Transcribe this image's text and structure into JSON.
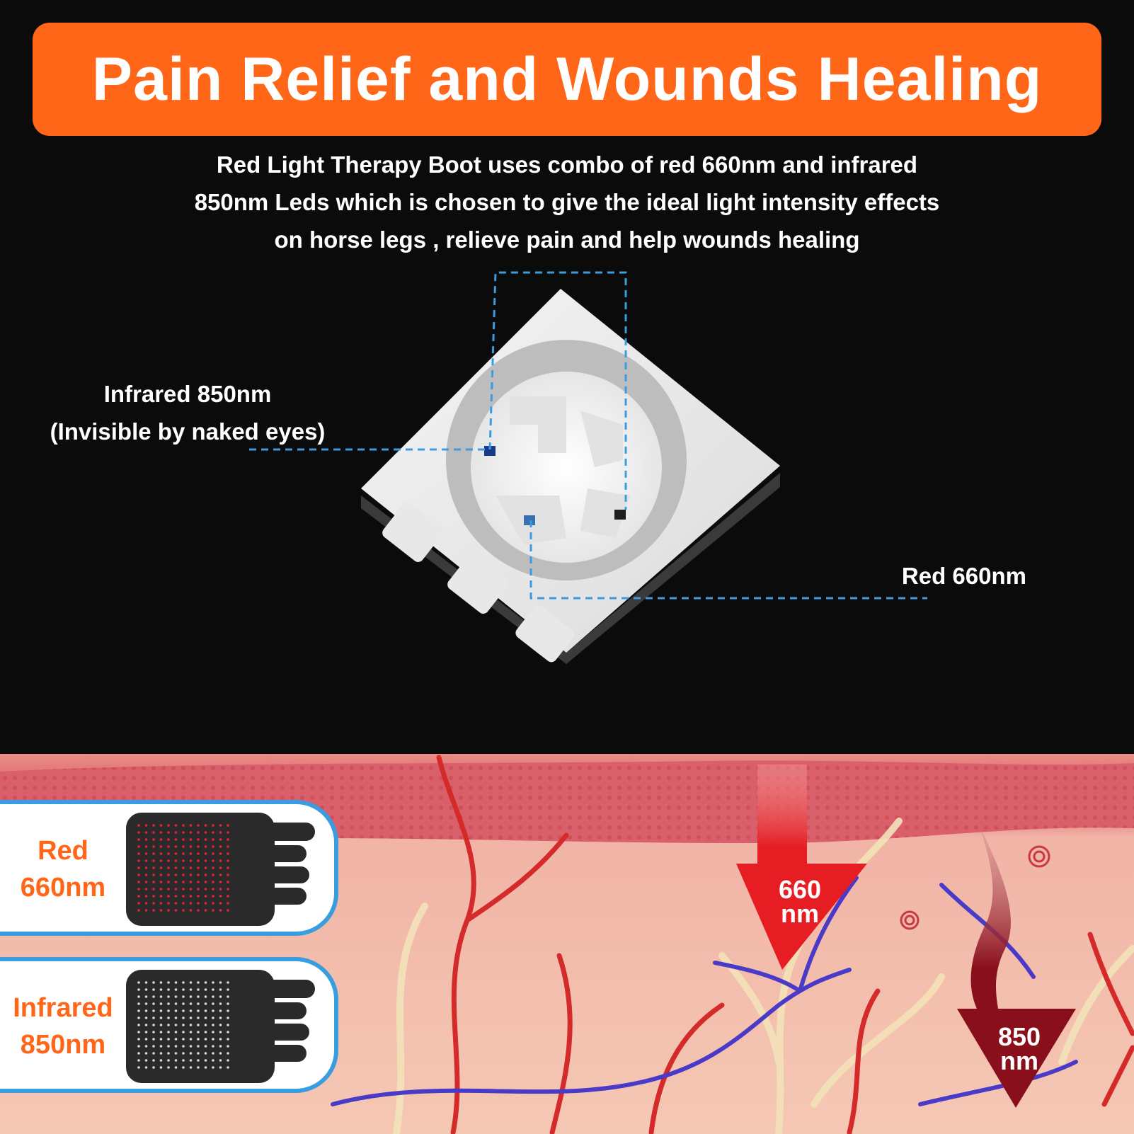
{
  "banner": {
    "title": "Pain Relief and Wounds Healing",
    "color": "#ff6618"
  },
  "description": {
    "line1": "Red Light Therapy Boot uses combo of red 660nm and infrared",
    "line2": "850nm Leds which is chosen to give the ideal light intensity effects",
    "line3": "on horse legs , relieve pain and help wounds healing"
  },
  "led_diagram": {
    "infrared_label_line1": "Infrared 850nm",
    "infrared_label_line2": "(Invisible by naked eyes)",
    "red_label": "Red 660nm",
    "callout_color": "#3a9de0"
  },
  "cards": {
    "red": {
      "line1": "Red",
      "line2": "660nm",
      "led_color": "#e8203a"
    },
    "infrared": {
      "line1": "Infrared",
      "line2": "850nm",
      "led_color": "#d8d8d8"
    }
  },
  "arrows": {
    "red": {
      "line1": "660",
      "line2": "nm",
      "color": "#e61e24"
    },
    "infrared": {
      "line1": "850",
      "line2": "nm",
      "color": "#8a0f1c"
    }
  }
}
